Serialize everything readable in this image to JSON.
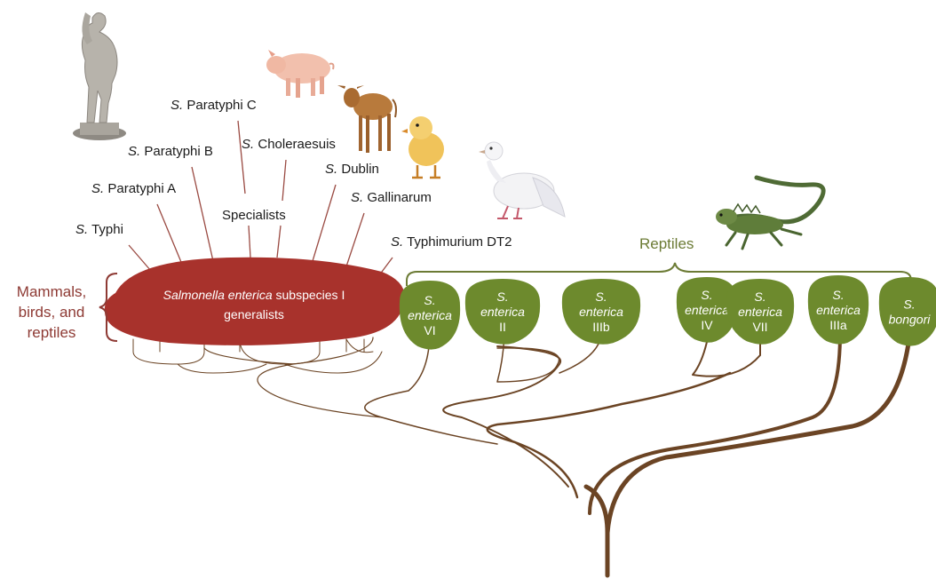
{
  "colors": {
    "generalist_blob": "#a8322c",
    "subspecies_blob": "#6d8a2d",
    "tree_branch": "#6b4424",
    "host_mammals_label": "#8e3a34",
    "host_reptiles_label": "#6c7b35"
  },
  "host_groups": {
    "mammals_birds_reptiles": [
      "Mammals,",
      "birds, and",
      "reptiles"
    ],
    "reptiles": "Reptiles"
  },
  "serovars": [
    {
      "genus": "S.",
      "name": "Typhi"
    },
    {
      "genus": "S.",
      "name": "Paratyphi A"
    },
    {
      "genus": "S.",
      "name": "Paratyphi B"
    },
    {
      "genus": "S.",
      "name": "Paratyphi C"
    },
    {
      "genus": "S.",
      "name": "Choleraesuis"
    },
    {
      "genus": "S.",
      "name": "Dublin"
    },
    {
      "genus": "S.",
      "name": "Gallinarum"
    },
    {
      "genus": "S.",
      "name": "Typhimurium DT2"
    }
  ],
  "specialists_label": "Specialists",
  "generalist": {
    "species": "Salmonella enterica",
    "rest": " subspecies I",
    "line2": "generalists"
  },
  "subspecies": [
    {
      "genus": "S.",
      "species": "enterica",
      "group": "VI"
    },
    {
      "genus": "S.",
      "species": "enterica",
      "group": "II"
    },
    {
      "genus": "S.",
      "species": "enterica",
      "group": "IIIb"
    },
    {
      "genus": "S.",
      "species": "enterica",
      "group": "IV"
    },
    {
      "genus": "S.",
      "species": "enterica",
      "group": "VII"
    },
    {
      "genus": "S.",
      "species": "enterica",
      "group": "IIIa"
    },
    {
      "genus": "S.",
      "species": "bongori",
      "group": ""
    }
  ],
  "host_images": [
    "statue-image",
    "pig-image",
    "calf-image",
    "chick-image",
    "dove-image",
    "iguana-image"
  ]
}
